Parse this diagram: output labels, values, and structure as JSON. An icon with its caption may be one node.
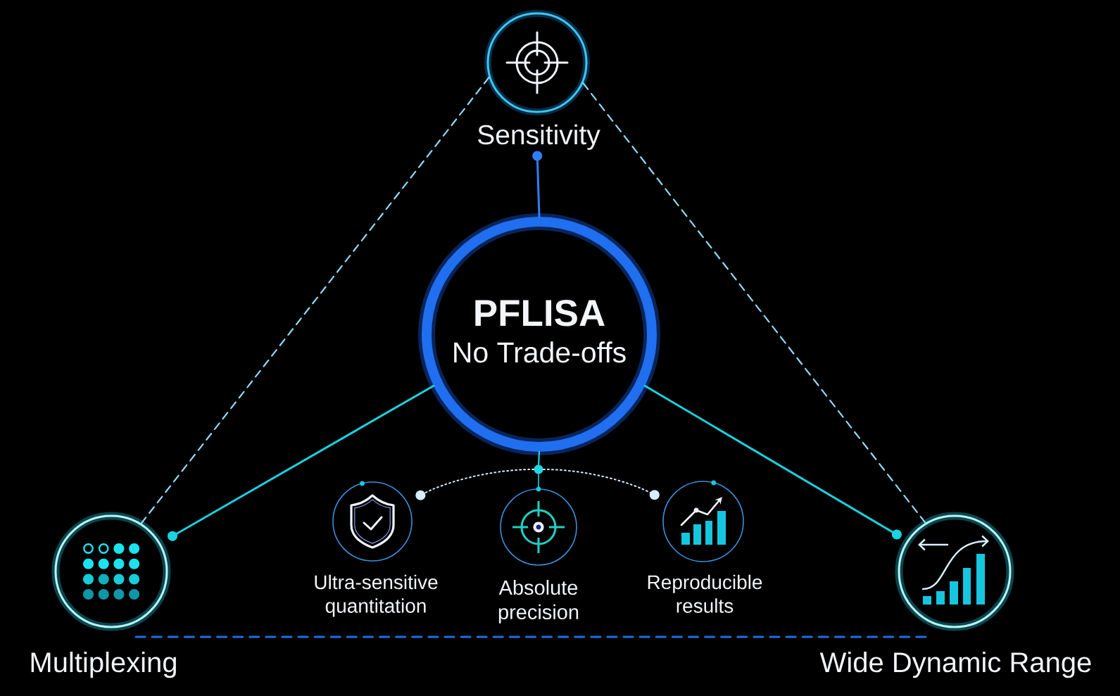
{
  "diagram": {
    "nodes": [
      {
        "text": [
          "Sensitivity"
        ]
      },
      {
        "text": [
          "PFLISA",
          "No Trade-offs"
        ]
      },
      {
        "text": [
          "Multiplexing"
        ]
      },
      {
        "text": [
          "Wide Dynamic Range"
        ]
      },
      {
        "text": [
          "Ultra-sensitive quantitation"
        ]
      },
      {
        "text": [
          "Absolute precision"
        ]
      },
      {
        "text": [
          "Reproducible results"
        ]
      },
      {
        "text": [],
        "shape": "circle"
      }
    ],
    "edges": [
      {
        "from": 0,
        "to": 2,
        "arrow": "none",
        "style": "dashed",
        "color": "#8fdcf8"
      },
      {
        "from": 0,
        "to": 3,
        "arrow": "none",
        "style": "dashed",
        "color": "#8fdcf8"
      },
      {
        "from": 2,
        "to": 3,
        "arrow": "none",
        "style": "dashed",
        "color": "#1f6fe5"
      },
      {
        "from": 1,
        "to": 0,
        "arrow": "other",
        "color": "#2d7ff9"
      },
      {
        "from": 1,
        "to": 2,
        "arrow": "other"
      },
      {
        "from": 1,
        "to": 3,
        "arrow": "other"
      },
      {
        "from": 1,
        "to": 7,
        "arrow": "none"
      },
      {
        "from": 7,
        "to": 5,
        "arrow": "none"
      },
      {
        "from": 7,
        "to": 4,
        "arrow": "other",
        "style": "dashed",
        "color": "#d6ecff"
      },
      {
        "from": 7,
        "to": 6,
        "arrow": "other",
        "style": "dashed",
        "color": "#d6ecff"
      }
    ]
  }
}
